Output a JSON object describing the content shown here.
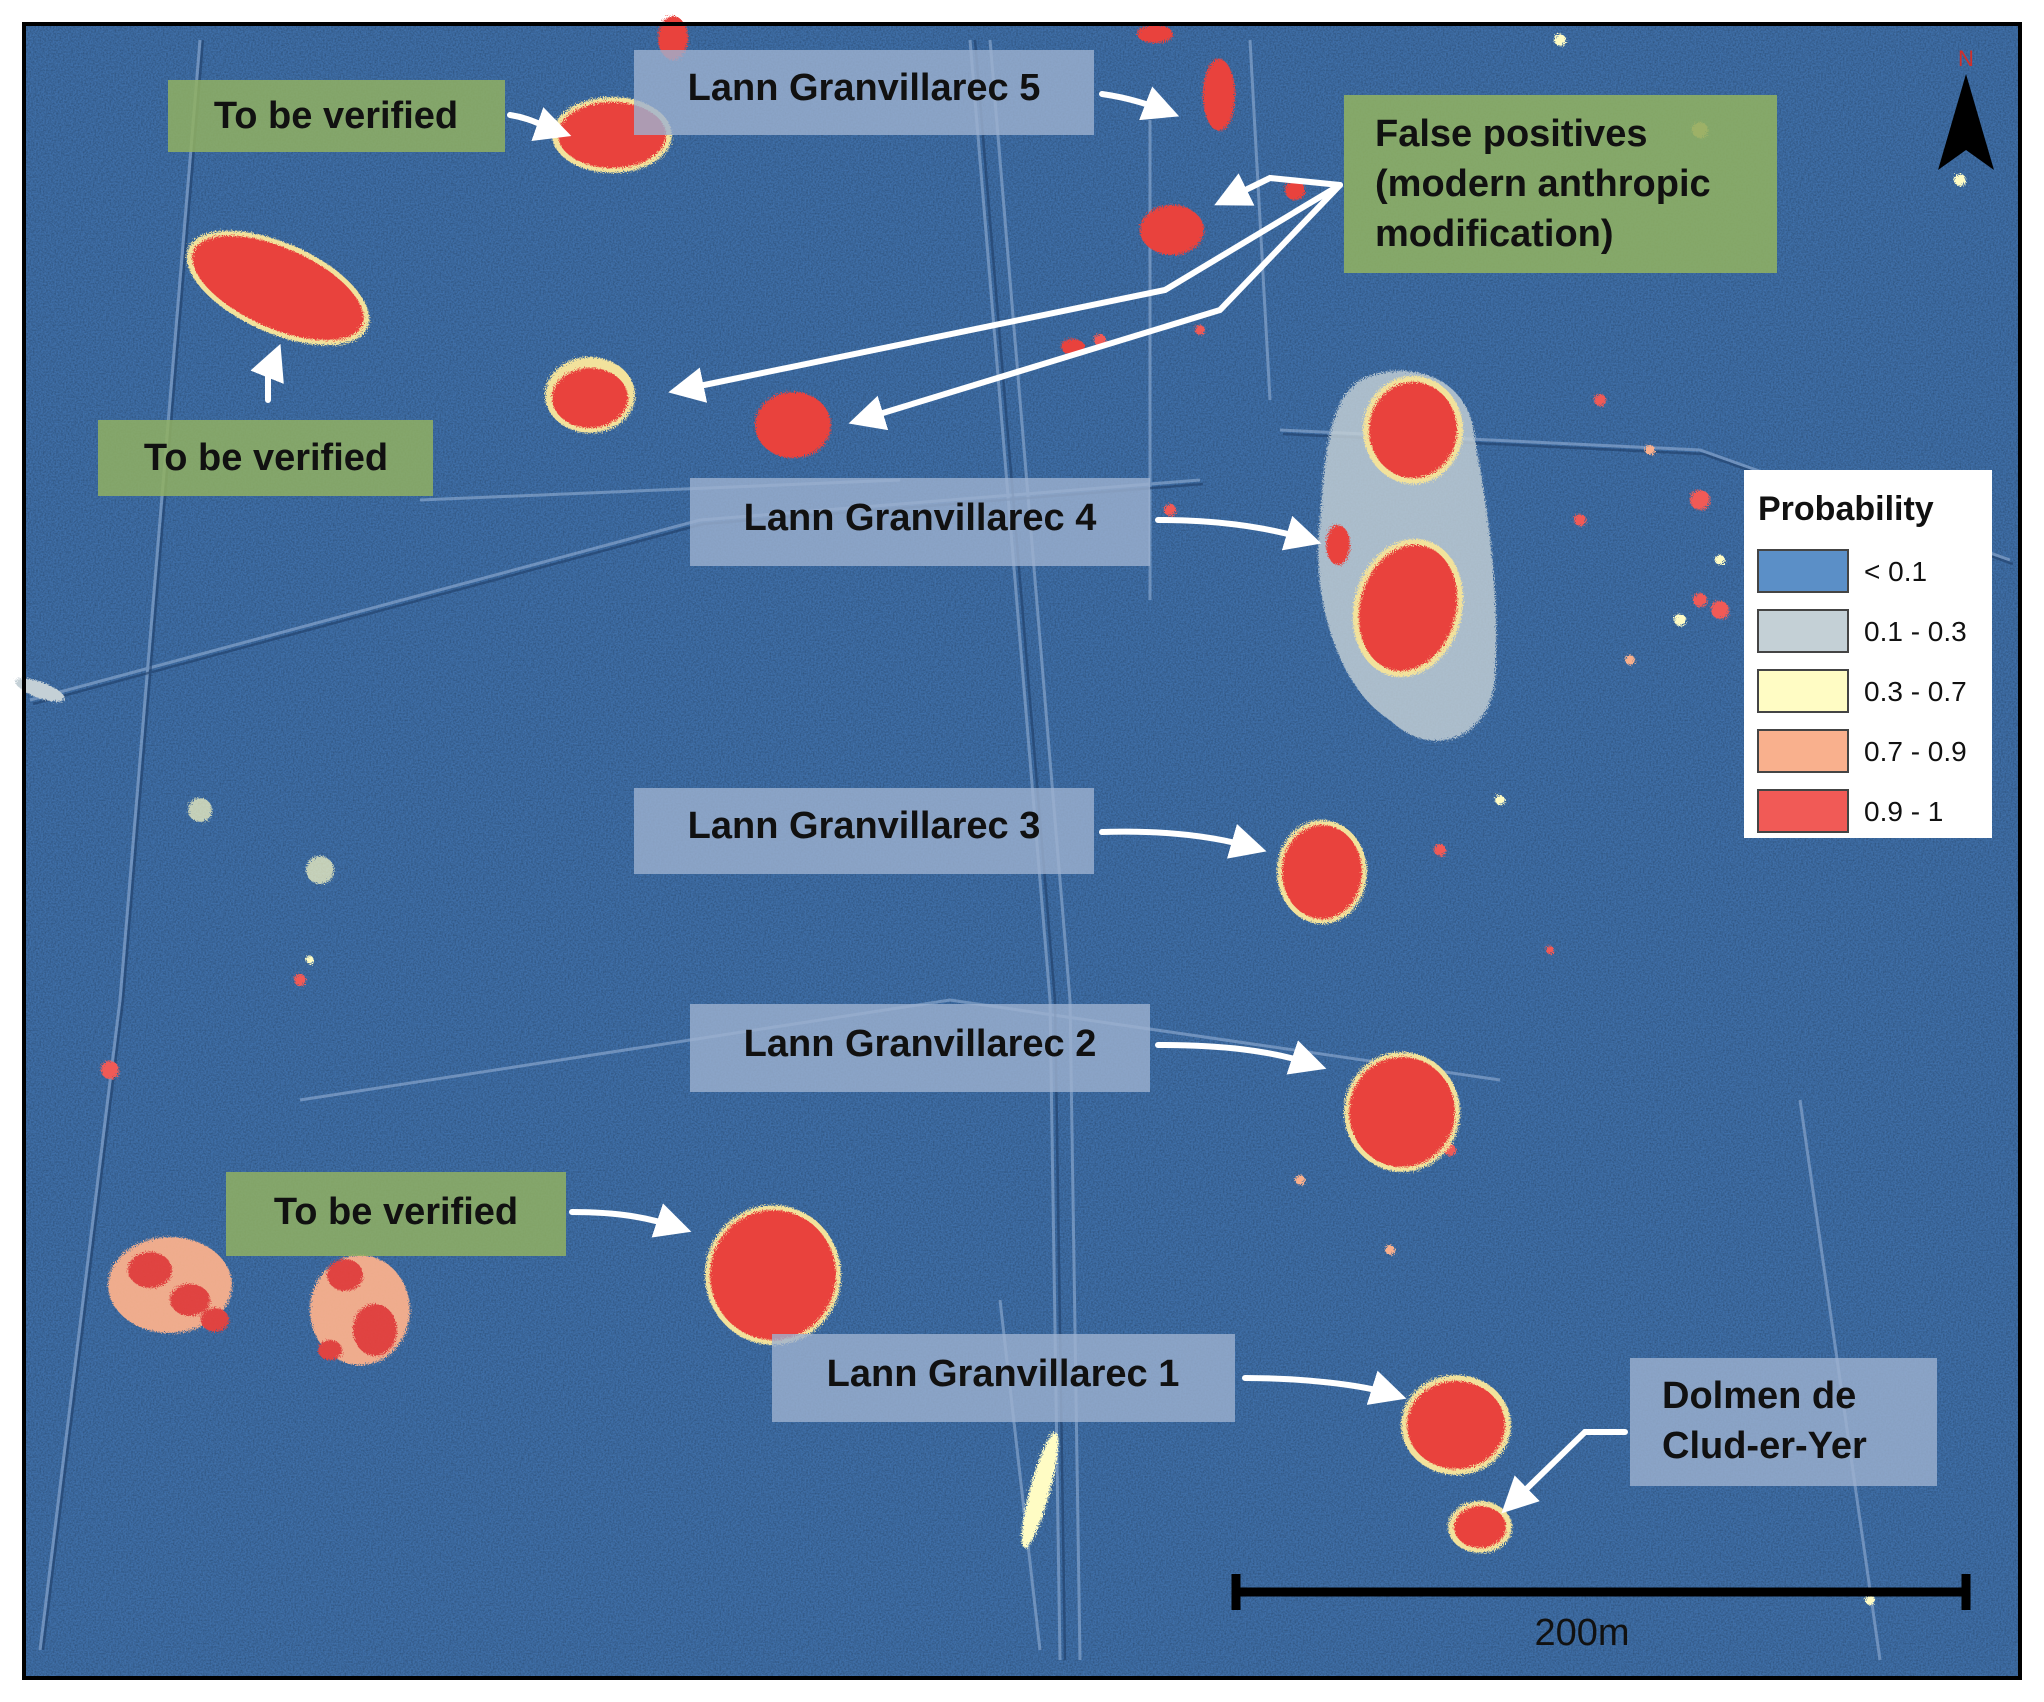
{
  "labels": {
    "verify_top": "To be verified",
    "verify_left": "To be verified",
    "verify_bottom": "To be verified",
    "lg5": "Lann Granvillarec 5",
    "lg4": "Lann Granvillarec 4",
    "lg3": "Lann Granvillarec 3",
    "lg2": "Lann Granvillarec 2",
    "lg1": "Lann Granvillarec 1",
    "false_positives": [
      "False positives",
      "(modern anthropic",
      "modification)"
    ],
    "dolmen": [
      "Dolmen de",
      "Clud-er-Yer"
    ]
  },
  "legend": {
    "title": "Probability",
    "classes": [
      {
        "label": "< 0.1",
        "color": "#5b8fc7"
      },
      {
        "label": "0.1 - 0.3",
        "color": "#c4d0d6"
      },
      {
        "label": "0.3 - 0.7",
        "color": "#fffcc4"
      },
      {
        "label": "0.7 - 0.9",
        "color": "#f9b08d"
      },
      {
        "label": "0.9 - 1",
        "color": "#f15a56"
      }
    ]
  },
  "scale_bar": {
    "label": "200m"
  },
  "north_arrow": {
    "letter": "N"
  },
  "colors": {
    "background": "#3f6fa8",
    "green_box": "#90b062",
    "blue_box": "#9db2cf",
    "arrow": "#ffffff",
    "hotspot": "#e9423e",
    "halo": "#f2e29c"
  }
}
